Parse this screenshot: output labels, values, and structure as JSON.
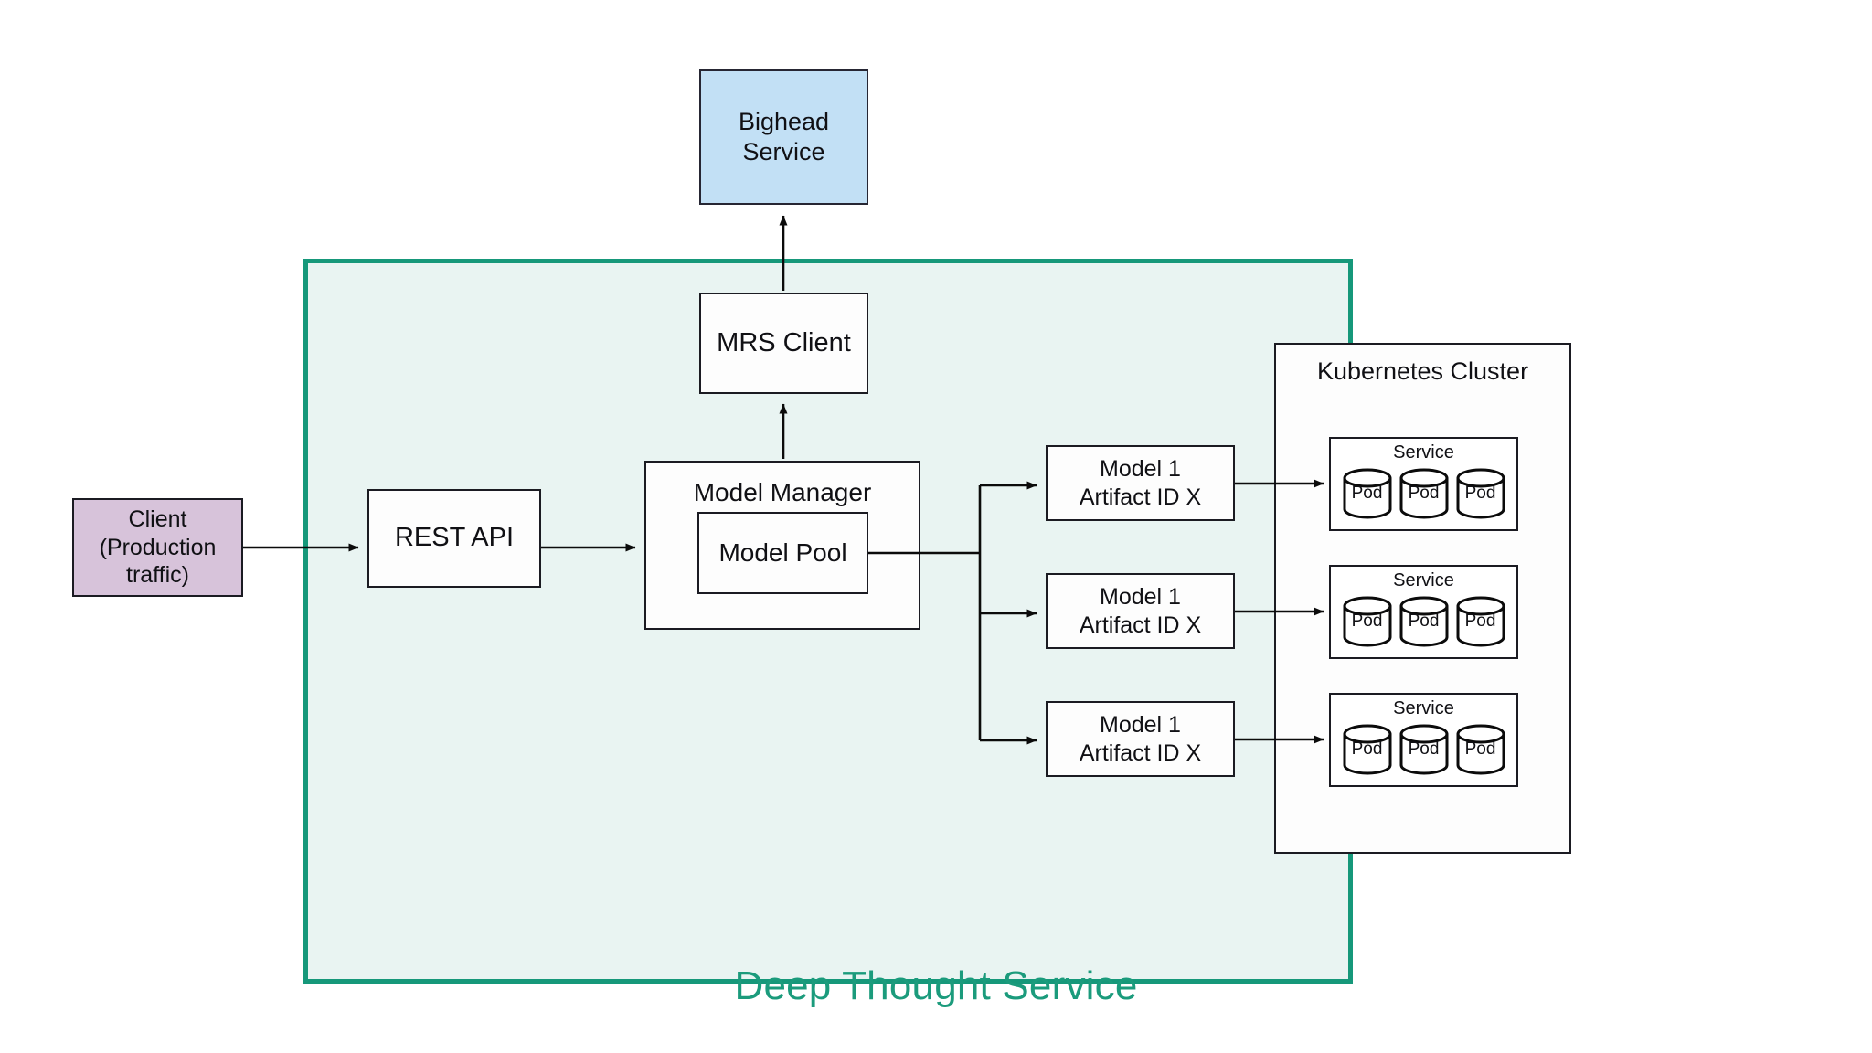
{
  "diagram": {
    "title": "Deep Thought Service",
    "colors": {
      "region_border": "#16987a",
      "region_fill": "#e9f4f2",
      "title_text": "#1b9b7c",
      "bighead_fill": "#c2e0f5",
      "client_fill": "#d7c3da",
      "box_fill": "#fdfdfd",
      "box_border": "#1b1b22",
      "connector": "#0b0b0b"
    }
  },
  "nodes": {
    "bighead_service": {
      "label_line1": "Bighead",
      "label_line2": "Service"
    },
    "client": {
      "label_line1": "Client",
      "label_line2": "(Production",
      "label_line3": "traffic)"
    },
    "rest_api": {
      "label": "REST API"
    },
    "model_manager": {
      "label": "Model Manager"
    },
    "model_pool": {
      "label": "Model Pool"
    },
    "mrs_client": {
      "label": "MRS Client"
    },
    "kubernetes_cluster": {
      "label": "Kubernetes Cluster"
    }
  },
  "models": [
    {
      "line1": "Model 1",
      "line2": "Artifact ID X"
    },
    {
      "line1": "Model 1",
      "line2": "Artifact ID X"
    },
    {
      "line1": "Model 1",
      "line2": "Artifact ID X"
    }
  ],
  "services": [
    {
      "label": "Service",
      "pods": [
        {
          "label": "Pod"
        },
        {
          "label": "Pod"
        },
        {
          "label": "Pod"
        }
      ]
    },
    {
      "label": "Service",
      "pods": [
        {
          "label": "Pod"
        },
        {
          "label": "Pod"
        },
        {
          "label": "Pod"
        }
      ]
    },
    {
      "label": "Service",
      "pods": [
        {
          "label": "Pod"
        },
        {
          "label": "Pod"
        },
        {
          "label": "Pod"
        }
      ]
    }
  ],
  "connections": [
    {
      "from": "client",
      "to": "rest_api",
      "arrow": true
    },
    {
      "from": "rest_api",
      "to": "model_manager",
      "arrow": true
    },
    {
      "from": "model_manager",
      "to": "mrs_client",
      "arrow": true
    },
    {
      "from": "mrs_client",
      "to": "bighead_service",
      "arrow": true
    },
    {
      "from": "model_pool",
      "to": "model_1",
      "arrow": true
    },
    {
      "from": "model_pool",
      "to": "model_2",
      "arrow": true
    },
    {
      "from": "model_pool",
      "to": "model_3",
      "arrow": true
    },
    {
      "from": "model_1",
      "to": "service_1",
      "arrow": true
    },
    {
      "from": "model_2",
      "to": "service_2",
      "arrow": true
    },
    {
      "from": "model_3",
      "to": "service_3",
      "arrow": true
    }
  ]
}
